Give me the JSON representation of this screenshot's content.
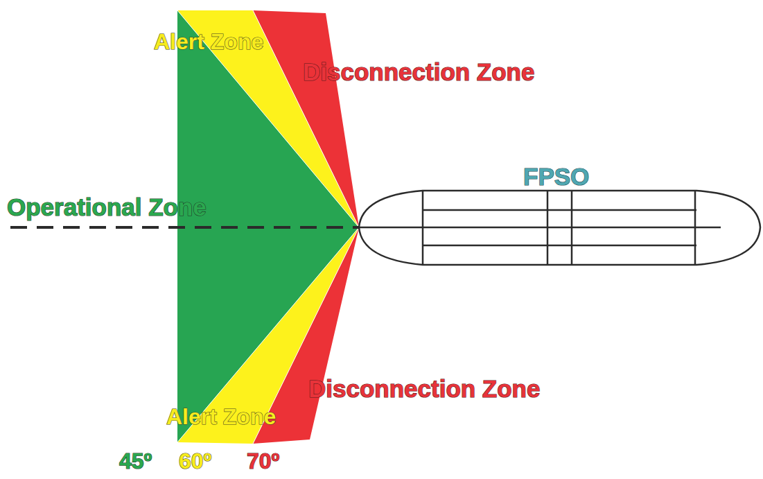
{
  "diagram": {
    "labels": [
      "Alert Zone",
      "Disconnection Zone",
      "Operational Zone",
      "FPSO",
      "Disconnection Zone",
      "Alert Zone",
      "45º",
      "60º",
      "70º"
    ]
  }
}
